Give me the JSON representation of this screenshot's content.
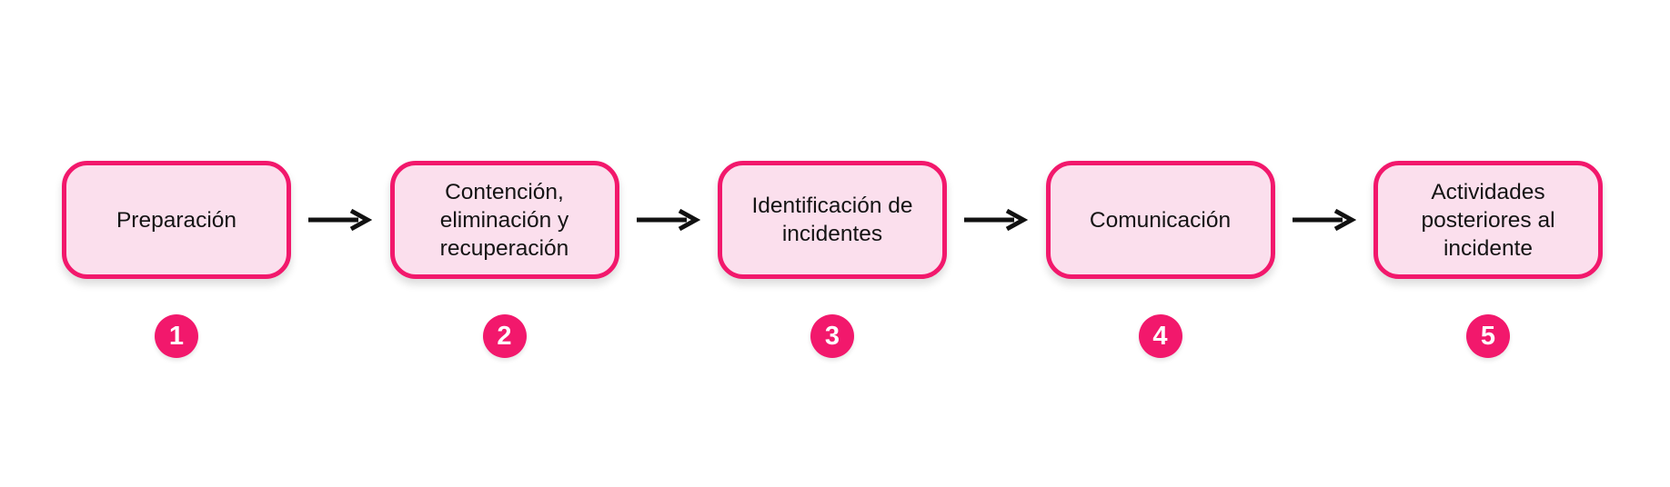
{
  "diagram": {
    "type": "process-flow",
    "direction": "left-to-right",
    "steps": [
      {
        "number": "1",
        "label": "Preparación"
      },
      {
        "number": "2",
        "label": "Contención, eliminación y recuperación"
      },
      {
        "number": "3",
        "label": "Identificación de incidentes"
      },
      {
        "number": "4",
        "label": "Comunicación"
      },
      {
        "number": "5",
        "label": "Actividades posteriores al incidente"
      }
    ],
    "colors": {
      "accent_pink": "#F2186C",
      "box_fill": "#FBDFED",
      "box_text": "#141414",
      "number_text": "#FFFFFF",
      "arrow": "#111111",
      "background": "#FFFFFF"
    }
  }
}
